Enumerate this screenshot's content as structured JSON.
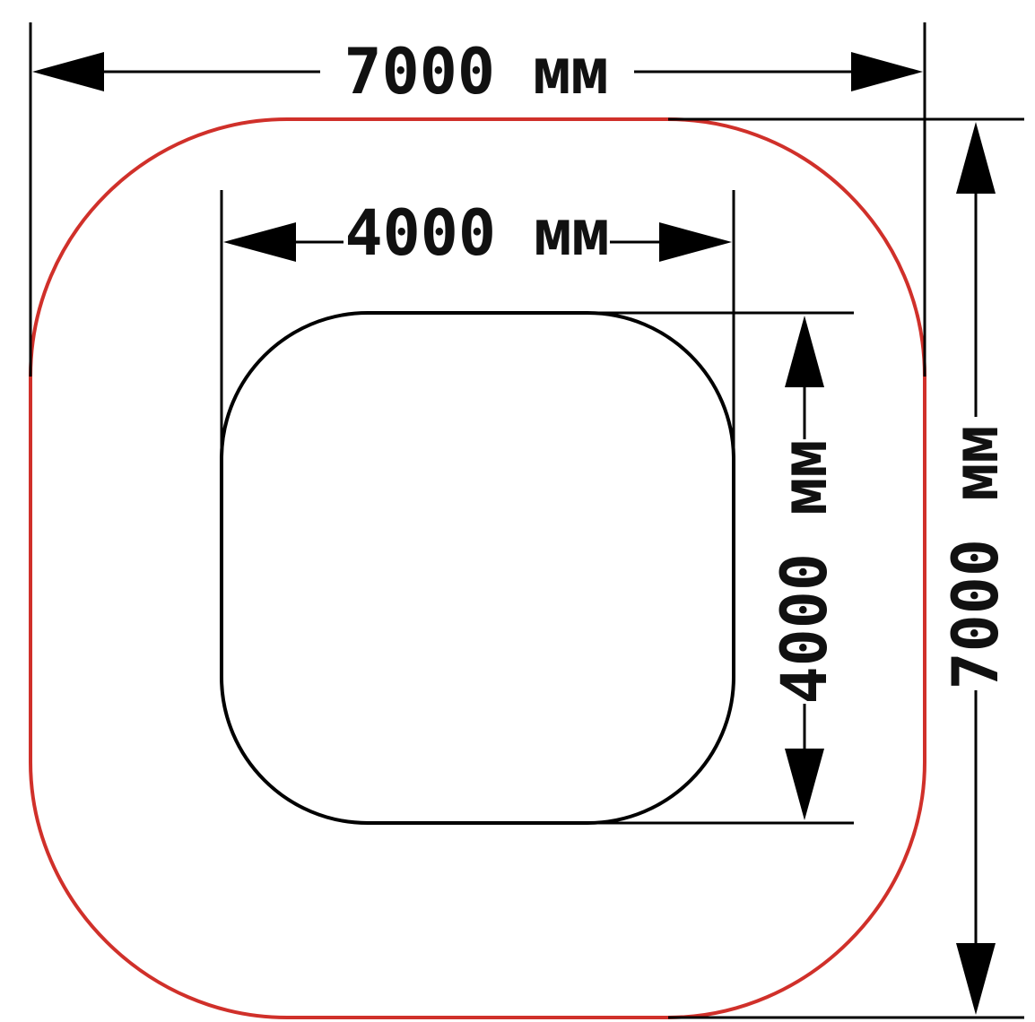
{
  "diagram": {
    "outer_shape": {
      "stroke_color": "#d0302a",
      "width_label": "7000 мм",
      "height_label": "7000 мм"
    },
    "inner_shape": {
      "stroke_color": "#000000",
      "width_label": "4000 мм",
      "height_label": "4000 мм"
    }
  }
}
